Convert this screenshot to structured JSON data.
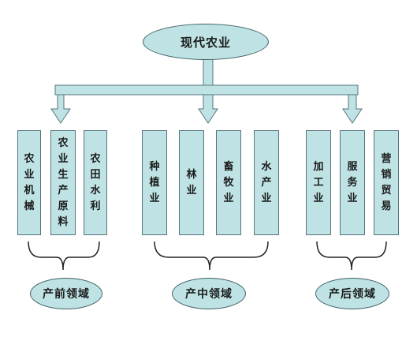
{
  "diagram": {
    "root": {
      "label": "现代农业"
    },
    "groups": [
      {
        "id": "pre",
        "label": "产前领域",
        "items": [
          "农业机械",
          "农业生产原料",
          "农田水利"
        ]
      },
      {
        "id": "mid",
        "label": "产中领域",
        "items": [
          "种植业",
          "林业",
          "畜牧业",
          "水产业"
        ]
      },
      {
        "id": "post",
        "label": "产后领域",
        "items": [
          "加工业",
          "服务业",
          "营销贸易"
        ]
      }
    ],
    "colors": {
      "fill": "#bfe3e4",
      "stroke": "#55757a",
      "arrow_fill": "#bfe3e4",
      "brace": "#222222"
    }
  }
}
